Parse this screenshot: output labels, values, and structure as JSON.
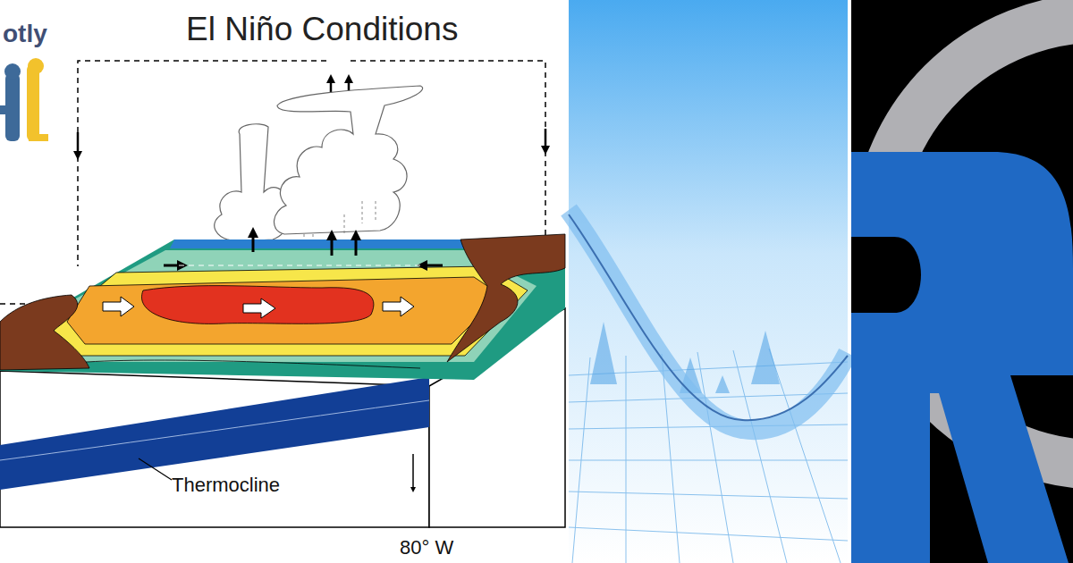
{
  "diagram": {
    "title": "El Niño Conditions",
    "labels": [
      "otly",
      "Thermocline",
      "80° W"
    ]
  }
}
